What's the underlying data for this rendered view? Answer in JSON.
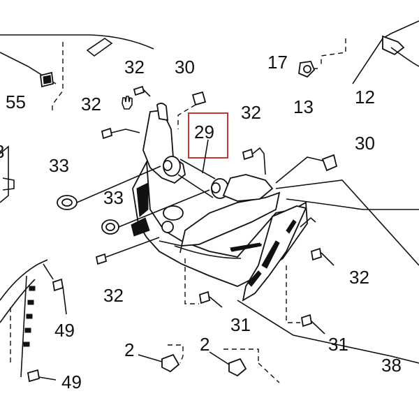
{
  "diagram": {
    "highlight_color": "#cc3333",
    "highlighted_part": "29",
    "callouts": [
      "55",
      "32",
      "30",
      "32",
      "17",
      "13",
      "12",
      "32",
      "30",
      "29",
      "33",
      "33",
      "32",
      "32",
      "31",
      "31",
      "2",
      "2",
      "49",
      "49",
      "38"
    ]
  }
}
